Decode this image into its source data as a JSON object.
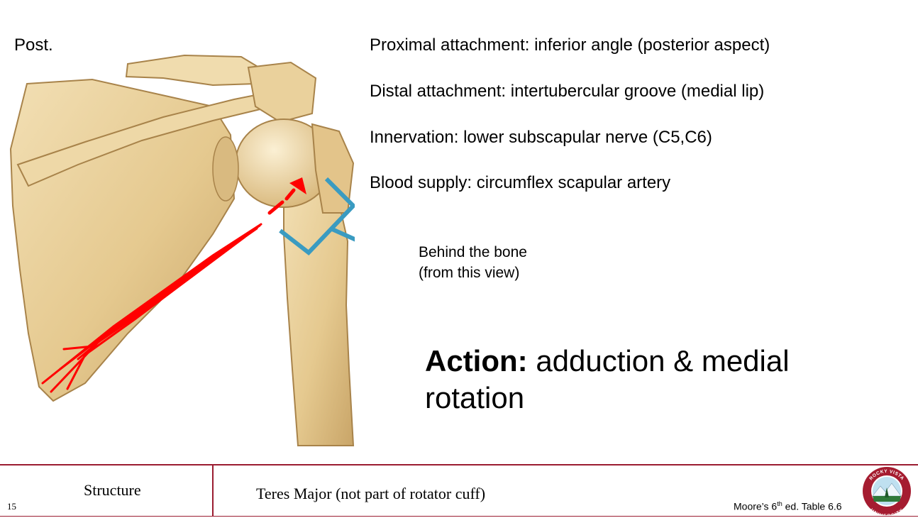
{
  "view_label": "Post.",
  "attachments": {
    "proximal": "Proximal attachment: inferior angle (posterior aspect)",
    "distal": "Distal attachment: intertubercular groove (medial lip)",
    "innervation": "Innervation: lower subscapular nerve (C5,C6)",
    "blood_supply": "Blood supply: circumflex scapular artery"
  },
  "note": {
    "line1": "Behind the bone",
    "line2": "(from this view)"
  },
  "action": {
    "label": "Action:",
    "text": " adduction & medial rotation"
  },
  "footer": {
    "structure_label": "Structure",
    "structure_name": "Teres Major (not part of rotator cuff)",
    "slide_number": "15",
    "reference_prefix": "Moore’s 6",
    "reference_sup": "th",
    "reference_suffix": " ed. Table 6.6",
    "logo_text_top": "ROCKY VISTA",
    "logo_text_bottom": "UNIVERSITY"
  },
  "colors": {
    "bone": "#e8cf9a",
    "bone_shadow": "#c9a568",
    "muscle_red": "#ff0000",
    "bracket_blue": "#3a9bc1",
    "footer_rule": "#9b1c31"
  }
}
